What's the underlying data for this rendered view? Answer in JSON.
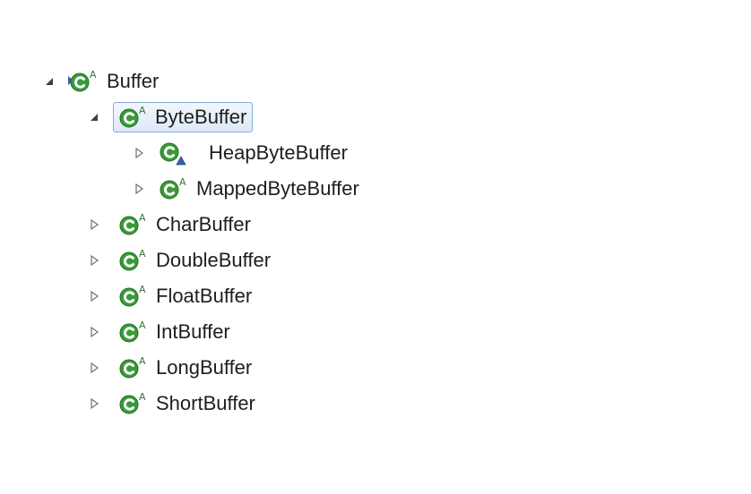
{
  "tree": {
    "nodes": [
      {
        "id": "buffer",
        "label": "Buffer",
        "expanded": true,
        "selected": false,
        "icon": "class-abstract-with-subtype-marker-icon",
        "modifier": "A"
      },
      {
        "id": "bytebuffer",
        "label": "ByteBuffer",
        "expanded": true,
        "selected": true,
        "icon": "class-abstract-icon",
        "modifier": "A"
      },
      {
        "id": "heapbytebuffer",
        "label": "HeapByteBuffer",
        "expanded": false,
        "selected": false,
        "icon": "class-package-private-icon",
        "modifier": ""
      },
      {
        "id": "mappedbytebuffer",
        "label": "MappedByteBuffer",
        "expanded": false,
        "selected": false,
        "icon": "class-abstract-icon",
        "modifier": "A"
      },
      {
        "id": "charbuffer",
        "label": "CharBuffer",
        "expanded": false,
        "selected": false,
        "icon": "class-abstract-icon",
        "modifier": "A"
      },
      {
        "id": "doublebuffer",
        "label": "DoubleBuffer",
        "expanded": false,
        "selected": false,
        "icon": "class-abstract-icon",
        "modifier": "A"
      },
      {
        "id": "floatbuffer",
        "label": "FloatBuffer",
        "expanded": false,
        "selected": false,
        "icon": "class-abstract-icon",
        "modifier": "A"
      },
      {
        "id": "intbuffer",
        "label": "IntBuffer",
        "expanded": false,
        "selected": false,
        "icon": "class-abstract-icon",
        "modifier": "A"
      },
      {
        "id": "longbuffer",
        "label": "LongBuffer",
        "expanded": false,
        "selected": false,
        "icon": "class-abstract-icon",
        "modifier": "A"
      },
      {
        "id": "shortbuffer",
        "label": "ShortBuffer",
        "expanded": false,
        "selected": false,
        "icon": "class-abstract-icon",
        "modifier": "A"
      }
    ]
  },
  "colors": {
    "class_green": "#3a9a3a",
    "class_green_dark": "#1f6e1f",
    "selection_border": "#84acdd",
    "selection_fill": "#dce9f8",
    "text": "#1e1e1e",
    "arrow": "#707070"
  }
}
